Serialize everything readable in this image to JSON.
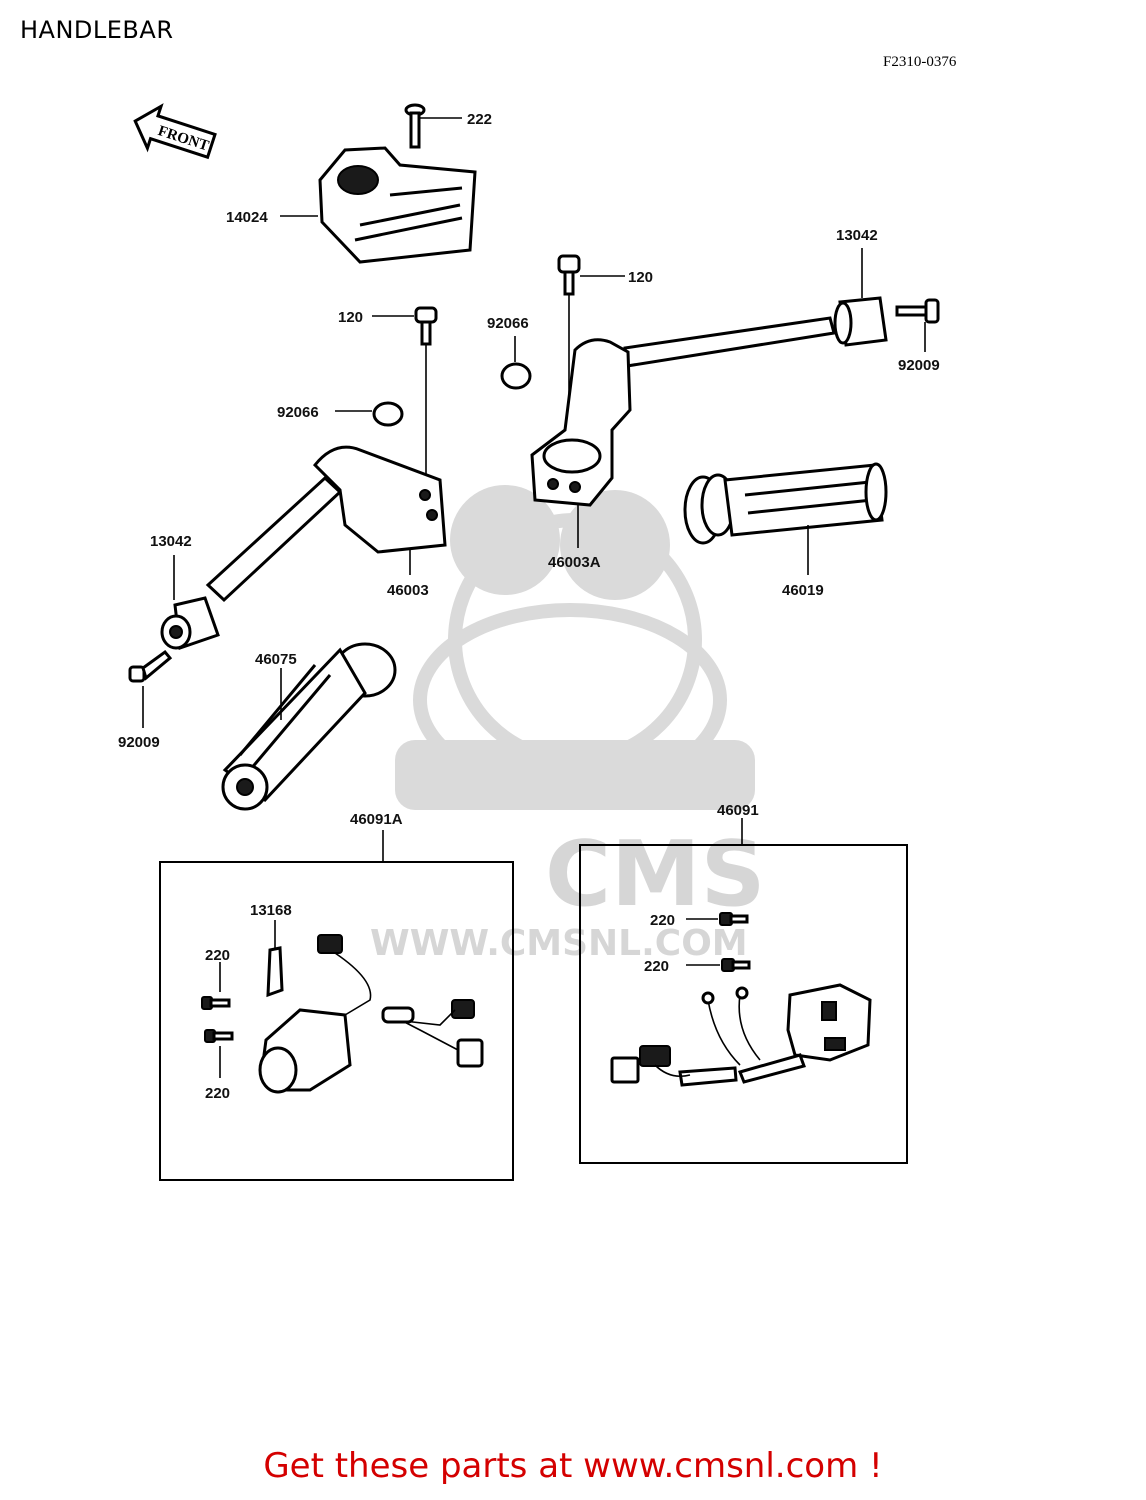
{
  "title": "HANDLEBAR",
  "drawing_number": "F2310-0376",
  "front_arrow_label": "FRONT",
  "watermark": {
    "brand": "CMS",
    "url": "WWW.CMSNL.COM"
  },
  "parts": {
    "p222": "222",
    "p14024": "14024",
    "p13042_right": "13042",
    "p120_right": "120",
    "p120_left": "120",
    "p92066_right": "92066",
    "p92009_right": "92009",
    "p92066_left": "92066",
    "p13042_left": "13042",
    "p46003": "46003",
    "p46003A": "46003A",
    "p46019": "46019",
    "p46075": "46075",
    "p92009_left": "92009",
    "p46091A": "46091A",
    "p46091": "46091",
    "p13168": "13168",
    "p220_a": "220",
    "p220_b": "220",
    "p220_c": "220",
    "p220_d": "220"
  },
  "cta_text": "Get these parts at www.cmsnl.com !",
  "colors": {
    "cta": "#d40000",
    "watermark": "#dadada",
    "ink": "#000000"
  }
}
